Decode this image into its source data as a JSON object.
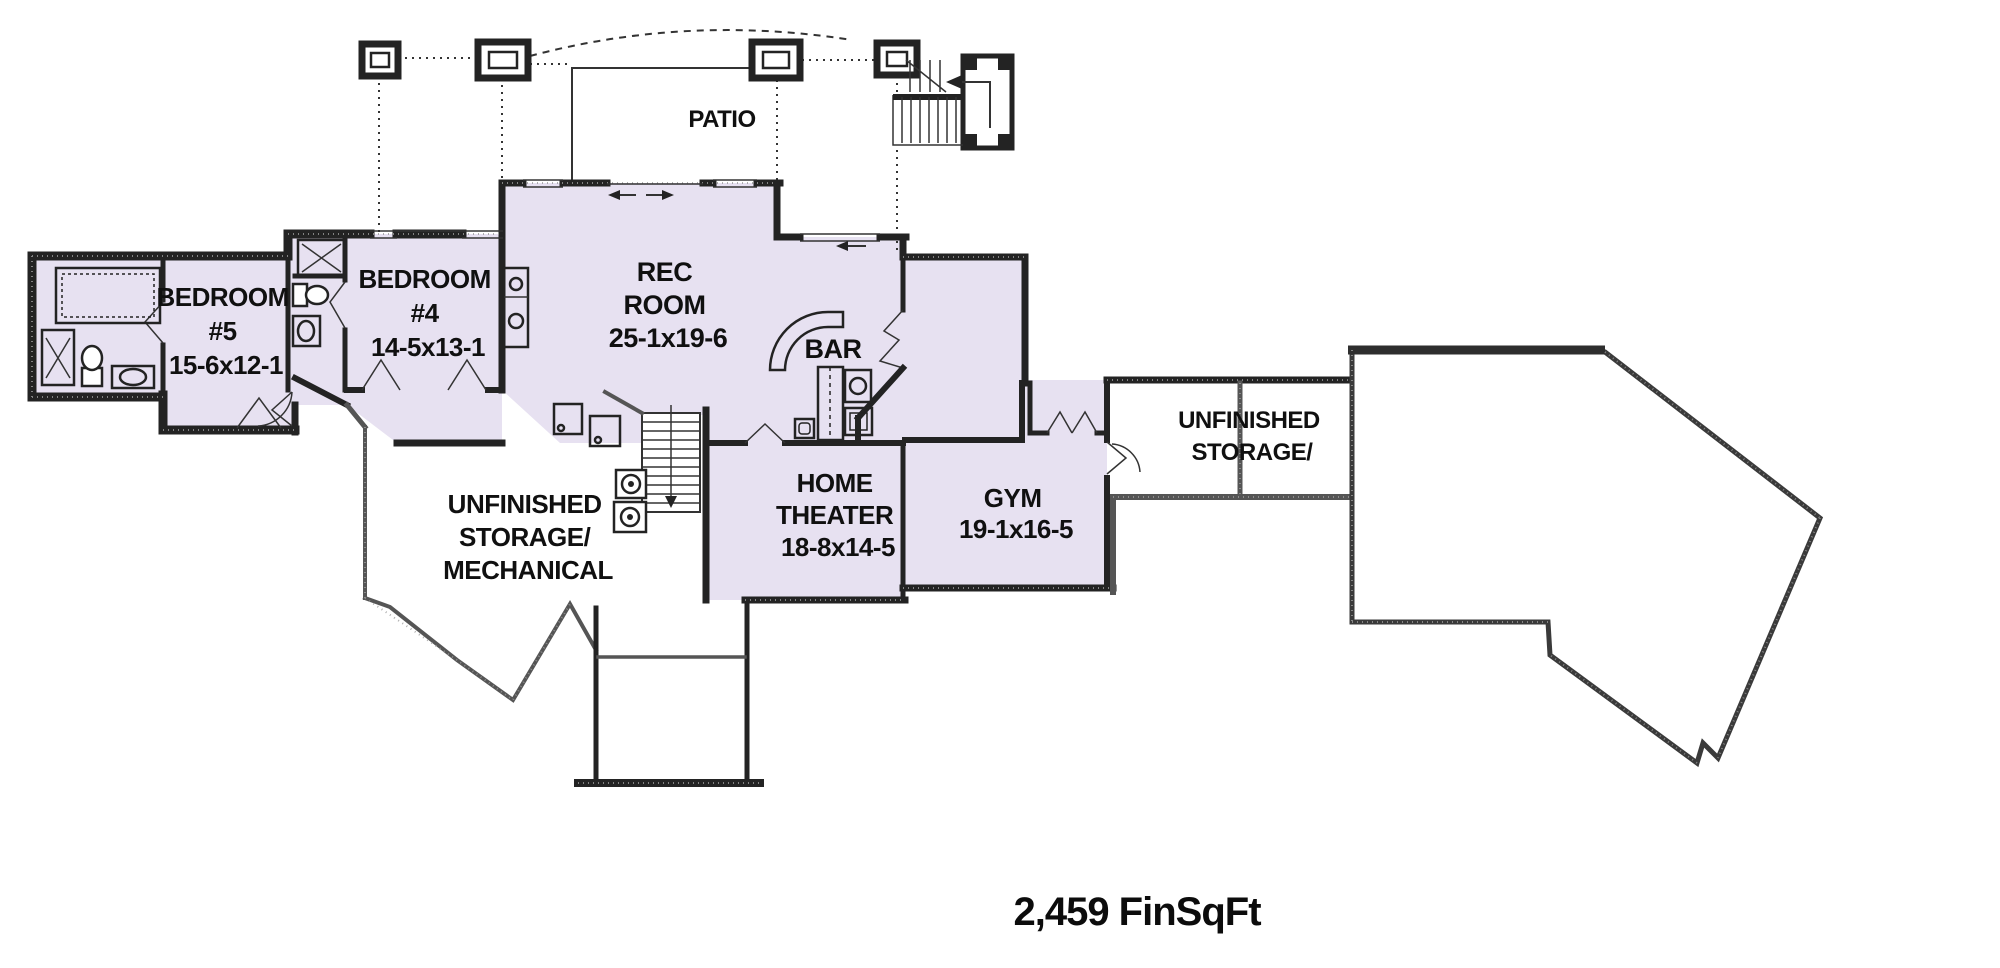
{
  "plan": {
    "type": "basement-floor-plan",
    "footer": "2,459 FinSqFt",
    "labels": {
      "patio": "PATIO",
      "bedroom5": [
        "BEDROOM",
        "#5",
        "15-6x12-1"
      ],
      "bedroom4": [
        "BEDROOM",
        "#4",
        "14-5x13-1"
      ],
      "rec_room": [
        "REC",
        "ROOM",
        "25-1x19-6"
      ],
      "bar": "BAR",
      "home_theater": [
        "HOME",
        "THEATER",
        "18-8x14-5"
      ],
      "gym": [
        "GYM",
        "19-1x16-5"
      ],
      "storage_right": [
        "UNFINISHED",
        "STORAGE/"
      ],
      "storage_mech": [
        "UNFINISHED",
        "STORAGE/",
        "MECHANICAL"
      ]
    },
    "colors": {
      "room_fill": "#e7e1f1",
      "wall": "#232323",
      "wall_gray": "#555555",
      "text": "#101010",
      "background": "#ffffff"
    }
  }
}
